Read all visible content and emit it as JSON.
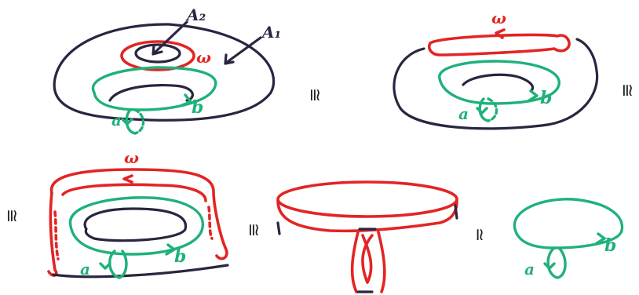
{
  "colors": {
    "dark": "#2a2540",
    "red": "#e32424",
    "green": "#1fb17a",
    "ink": "#222222"
  },
  "labels": {
    "A2": "A₂",
    "A1": "A₁",
    "omega": "ω",
    "a": "a",
    "b": "b"
  },
  "relations": {
    "homeo": "≅",
    "homotopy": "≃"
  }
}
